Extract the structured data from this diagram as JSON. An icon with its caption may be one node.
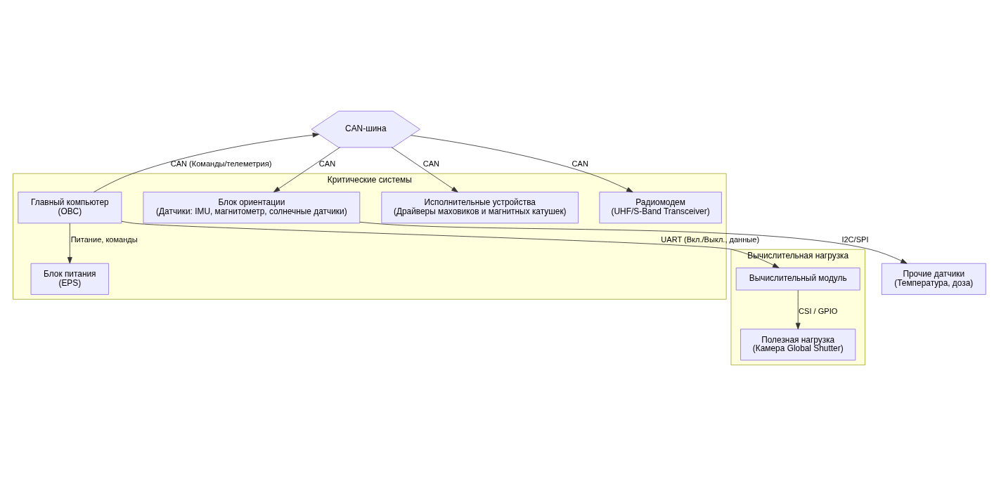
{
  "diagram": {
    "nodes": [
      {
        "text": [
          "Критические системы"
        ]
      },
      {
        "text": [
          "Главный компьютер",
          "(OBC)"
        ],
        "in": 0
      },
      {
        "text": [
          "Блок питания",
          "(EPS)"
        ],
        "in": 0
      },
      {
        "text": [
          "Блок ориентации",
          "(Датчики: IMU, магнитометр, солнечные датчики)"
        ],
        "in": 0
      },
      {
        "text": [
          "Исполнительные устройства",
          "(Драйверы маховиков и магнитных катушек)"
        ],
        "in": 0
      },
      {
        "text": [
          "Радиомодем",
          "(UHF/S-Band Transceiver)"
        ],
        "in": 0
      },
      {
        "text": [
          "Вычислительная нагрузка"
        ]
      },
      {
        "text": [
          "Вычислительный модуль"
        ],
        "in": 6
      },
      {
        "text": [
          "Полезная нагрузка",
          "(Камера Global Shutter)"
        ],
        "in": 6
      },
      {
        "text": [
          "CAN-шина"
        ]
      },
      {
        "text": [
          "Прочие датчики",
          "(Температура, доза)"
        ]
      }
    ],
    "edges": [
      {
        "from": 1,
        "to": 7,
        "arrow": "to",
        "label": "UART (Вкл./Выкл., данные)"
      },
      {
        "from": 1,
        "to": 2,
        "arrow": "to",
        "label": "Питание, команды"
      },
      {
        "from": 1,
        "to": 9,
        "arrow": "to",
        "label": "CAN (Команды/телеметрия)"
      },
      {
        "from": 7,
        "to": 8,
        "arrow": "to",
        "label": "CSI / GPIO"
      },
      {
        "from": 9,
        "to": 3,
        "arrow": "to",
        "label": "CAN"
      },
      {
        "from": 9,
        "to": 4,
        "arrow": "to",
        "label": "CAN"
      },
      {
        "from": 9,
        "to": 5,
        "arrow": "to",
        "label": "CAN"
      },
      {
        "from": 3,
        "to": 10,
        "arrow": "to",
        "label": "I2C/SPI"
      }
    ]
  }
}
